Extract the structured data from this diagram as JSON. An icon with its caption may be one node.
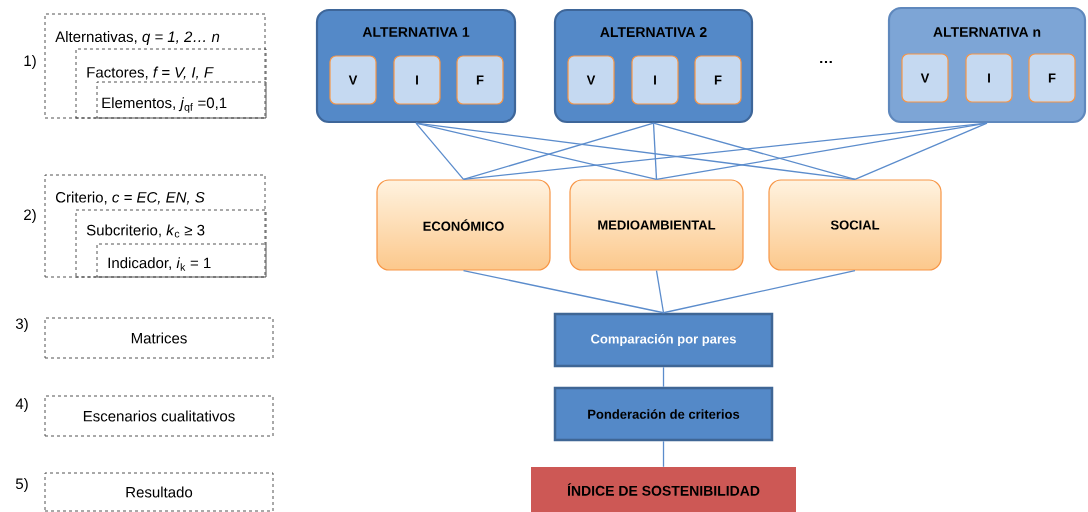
{
  "diagram": {
    "nodes": [
      {
        "text": [
          "Alternativas, *q = 1, 2… n*"
        ]
      },
      {
        "text": [
          "Factores, *f = V, I, F*"
        ],
        "in": 0
      },
      {
        "text": [
          "Elementos, *j*$_{qf}$ =0,1"
        ],
        "in": 1
      },
      {
        "text": [
          "Criterio, *c = EC, EN, S*"
        ]
      },
      {
        "text": [
          "Subcriterio, *k*$_{c}$ ≥ 3"
        ],
        "in": 3
      },
      {
        "text": [
          "Indicador, *i*$_{k}$ = 1"
        ],
        "in": 4
      },
      {
        "text": [
          "Matrices"
        ]
      },
      {
        "text": [
          "Escenarios cualitativos"
        ]
      },
      {
        "text": [
          "Resultado"
        ]
      },
      {
        "text": [
          "ALTERNATIVA 1"
        ]
      },
      {
        "text": [
          "V"
        ],
        "in": 9
      },
      {
        "text": [
          "I"
        ],
        "in": 9
      },
      {
        "text": [
          "F"
        ],
        "in": 9
      },
      {
        "text": [
          "ALTERNATIVA 2"
        ]
      },
      {
        "text": [
          "V"
        ],
        "in": 13
      },
      {
        "text": [
          "I"
        ],
        "in": 13
      },
      {
        "text": [
          "F"
        ],
        "in": 13
      },
      {
        "text": [
          "ALTERNATIVA n"
        ]
      },
      {
        "text": [
          "V"
        ],
        "in": 17
      },
      {
        "text": [
          "I"
        ],
        "in": 17
      },
      {
        "text": [
          "F"
        ],
        "in": 17
      },
      {
        "text": [
          "ECONÓMICO"
        ]
      },
      {
        "text": [
          "MEDIOAMBIENTAL"
        ]
      },
      {
        "text": [
          "SOCIAL"
        ]
      },
      {
        "text": [
          "Comparación por pares"
        ]
      },
      {
        "text": [
          "Ponderación de criterios"
        ]
      },
      {
        "text": [
          "ÍNDICE DE SOSTENIBILIDAD"
        ]
      }
    ],
    "edges": [
      {
        "from": 9,
        "to": 21,
        "arrow": "none"
      },
      {
        "from": 9,
        "to": 22,
        "arrow": "none"
      },
      {
        "from": 9,
        "to": 23,
        "arrow": "none"
      },
      {
        "from": 13,
        "to": 21,
        "arrow": "none"
      },
      {
        "from": 13,
        "to": 22,
        "arrow": "none"
      },
      {
        "from": 13,
        "to": 23,
        "arrow": "none"
      },
      {
        "from": 17,
        "to": 21,
        "arrow": "none"
      },
      {
        "from": 17,
        "to": 22,
        "arrow": "none"
      },
      {
        "from": 17,
        "to": 23,
        "arrow": "none"
      },
      {
        "from": 21,
        "to": 24,
        "arrow": "none"
      },
      {
        "from": 22,
        "to": 24,
        "arrow": "none"
      },
      {
        "from": 23,
        "to": 24,
        "arrow": "none"
      },
      {
        "from": 24,
        "to": 25,
        "arrow": "none"
      },
      {
        "from": 25,
        "to": 26,
        "arrow": "none"
      }
    ],
    "labels": [
      "1)",
      "…",
      "2)",
      "3)",
      "4)",
      "5)"
    ]
  }
}
